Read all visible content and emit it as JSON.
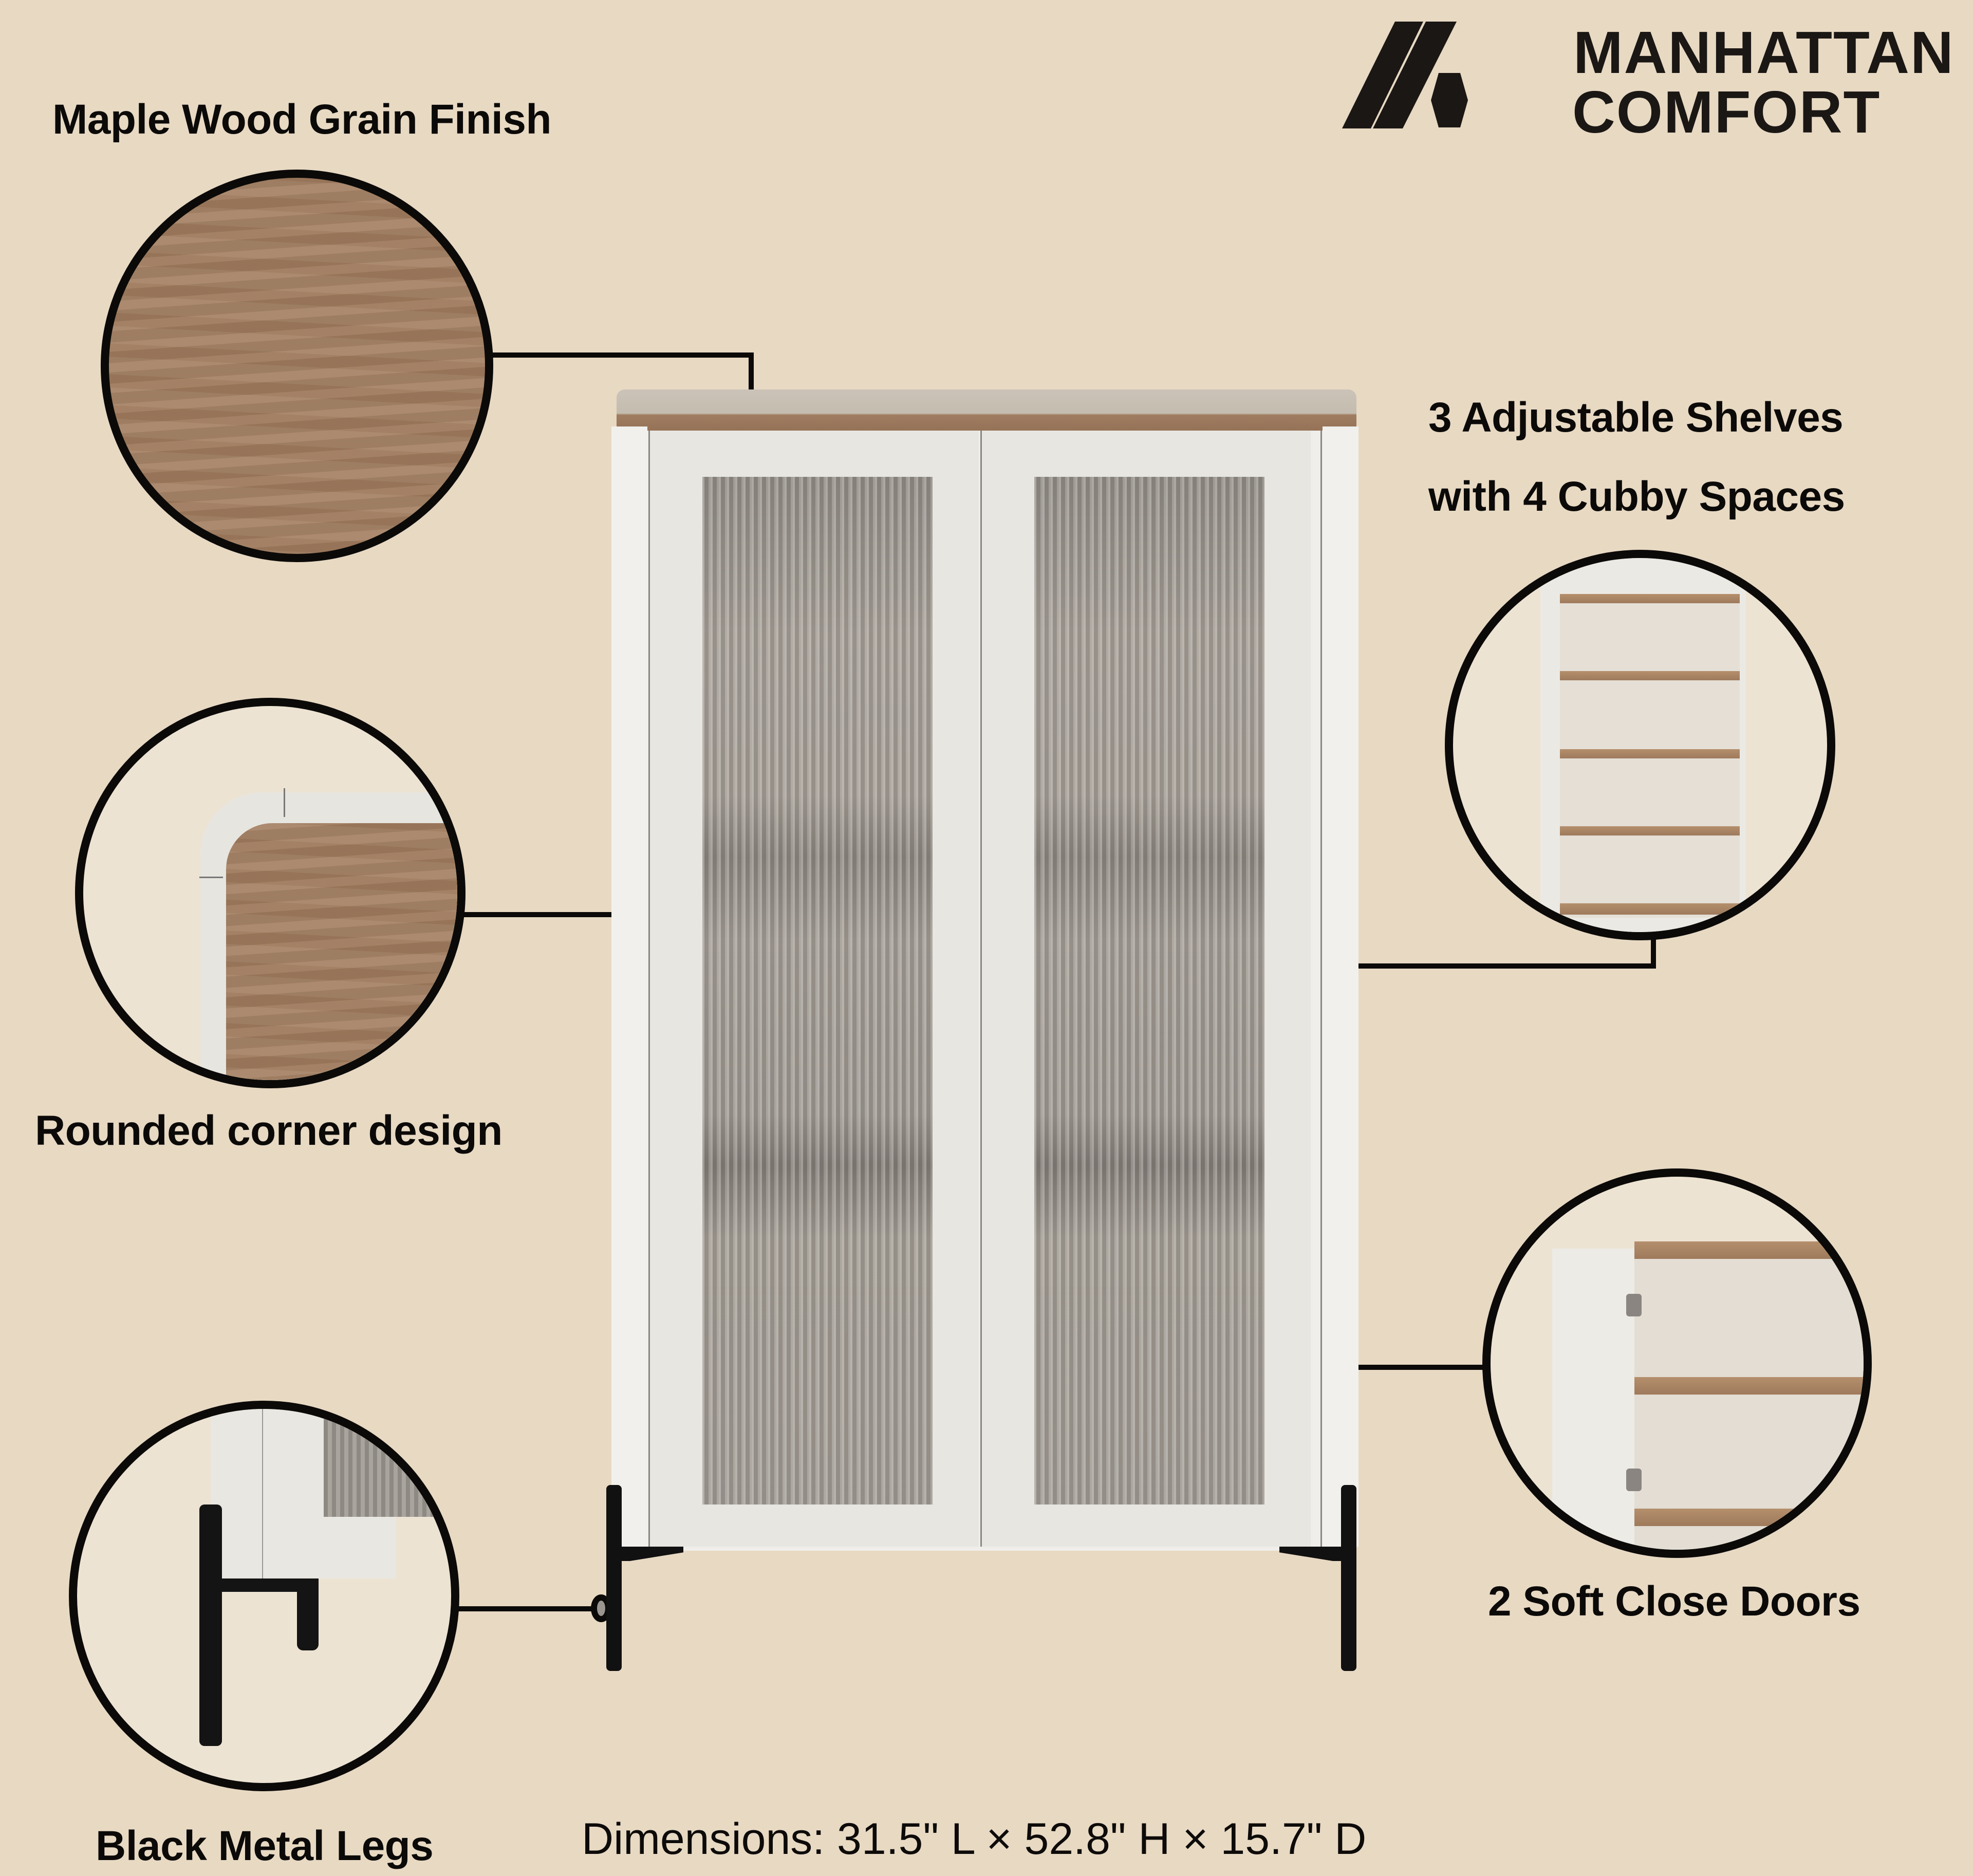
{
  "brand": {
    "name_line1": "MANHATTAN",
    "name_line2": "COMFORT",
    "logo_icon": "manhattan-comfort-logo-icon",
    "color": "#1a1714"
  },
  "product": {
    "type": "white fluted-glass storage cabinet with wood top and black metal legs",
    "dimensions_text": "Dimensions: 31.5\" L × 52.8\" H × 15.7\" D",
    "dimensions": {
      "length": "31.5\"",
      "height": "52.8\"",
      "depth": "15.7\""
    }
  },
  "features": [
    {
      "id": "wood-finish",
      "label": "Maple Wood Grain Finish",
      "detail_image": "wood-grain-swatch"
    },
    {
      "id": "rounded-corner",
      "label": "Rounded corner design",
      "detail_image": "rounded-corner-closeup"
    },
    {
      "id": "metal-legs",
      "label": "Black Metal Legs",
      "detail_image": "metal-leg-closeup"
    },
    {
      "id": "shelves",
      "label_line1": "3 Adjustable Shelves",
      "label_line2": "with 4 Cubby Spaces",
      "detail_image": "interior-shelves-view"
    },
    {
      "id": "soft-close",
      "label": "2 Soft Close Doors",
      "detail_image": "open-door-hinge-closeup"
    }
  ],
  "colors": {
    "background": "#e8d9c3",
    "cabinet_white": "#efeeea",
    "wood": "#a27e61",
    "glass": "#9e9891",
    "outline": "#0b0a08"
  }
}
